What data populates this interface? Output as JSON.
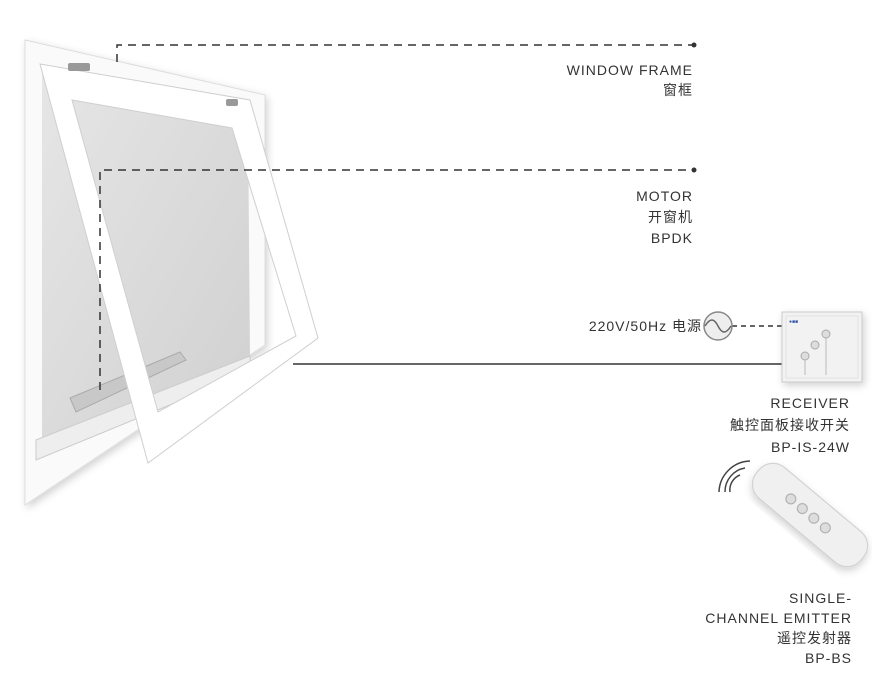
{
  "labels": {
    "window_frame": {
      "en": "WINDOW FRAME",
      "zh": "窗框"
    },
    "motor": {
      "en": "MOTOR",
      "zh": "开窗机",
      "model": "BPDK"
    },
    "power": {
      "text": "220V/50Hz 电源"
    },
    "receiver": {
      "en": "RECEIVER",
      "zh": "触控面板接收开关",
      "model": "BP-IS-24W"
    },
    "emitter": {
      "en_line1": "SINGLE-",
      "en_line2": "CHANNEL EMITTER",
      "zh": "遥控发射器",
      "model": "BP-BS"
    }
  },
  "icons": {
    "power": "ac-sine-icon",
    "wireless": "wireless-signal-icon"
  },
  "colors": {
    "line": "#333333",
    "glass": "#d9d9d9",
    "frame": "#ffffff"
  }
}
